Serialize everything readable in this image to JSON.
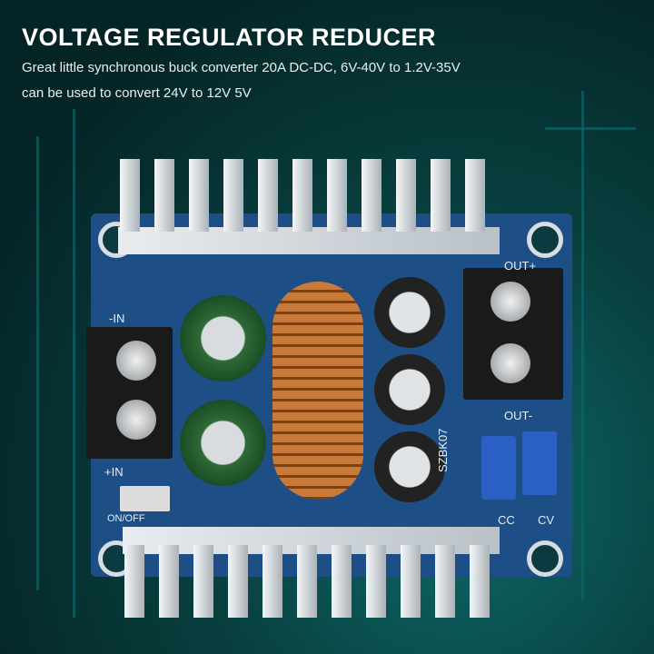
{
  "header": {
    "title": "VOLTAGE REGULATOR REDUCER",
    "description_line1": "Great little synchronous buck converter 20A DC-DC, 6V-40V to 1.2V-35V",
    "description_line2": "can be used to convert 24V to 12V 5V"
  },
  "board_labels": {
    "out_plus": "OUT+",
    "out_minus": "OUT-",
    "in_minus": "-IN",
    "in_plus": "+IN",
    "switch": "ON/OFF",
    "cc": "CC",
    "cv": "CV",
    "model": "SZBK07"
  },
  "colors": {
    "background": "#062a2c",
    "pcb": "#1d4f86",
    "text": "#ffffff"
  }
}
